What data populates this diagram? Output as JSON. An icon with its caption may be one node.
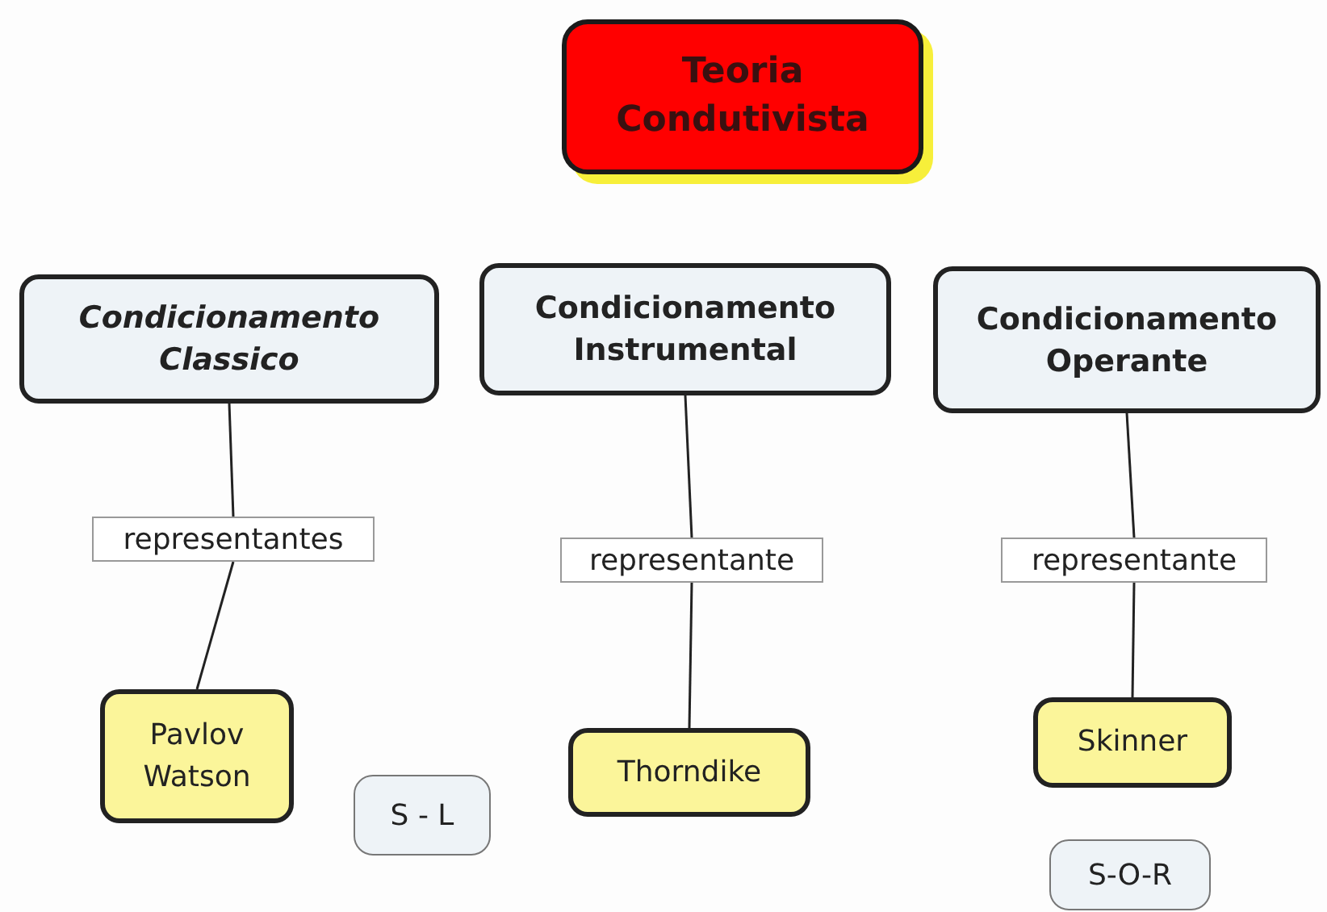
{
  "diagram": {
    "nodes": [
      {
        "text": [
          "Teoria Condutivista"
        ]
      },
      {
        "text": [
          "Condicionamento Classico"
        ]
      },
      {
        "text": [
          "Condicionamento Instrumental"
        ]
      },
      {
        "text": [
          "Condicionamento Operante"
        ]
      },
      {
        "text": [
          "representantes"
        ]
      },
      {
        "text": [
          "representante"
        ]
      },
      {
        "text": [
          "representante"
        ]
      },
      {
        "text": [
          "Pavlov Watson"
        ]
      },
      {
        "text": [
          "Thorndike"
        ]
      },
      {
        "text": [
          "Skinner"
        ]
      },
      {
        "text": [
          "S - L"
        ]
      },
      {
        "text": [
          "S-O-R"
        ]
      }
    ],
    "edges": [
      {
        "from": 1,
        "to": 4,
        "arrow": "none"
      },
      {
        "from": 4,
        "to": 7,
        "arrow": "none"
      },
      {
        "from": 2,
        "to": 5,
        "arrow": "none"
      },
      {
        "from": 5,
        "to": 8,
        "arrow": "none"
      },
      {
        "from": 3,
        "to": 6,
        "arrow": "none"
      },
      {
        "from": 6,
        "to": 9,
        "arrow": "none"
      }
    ]
  }
}
